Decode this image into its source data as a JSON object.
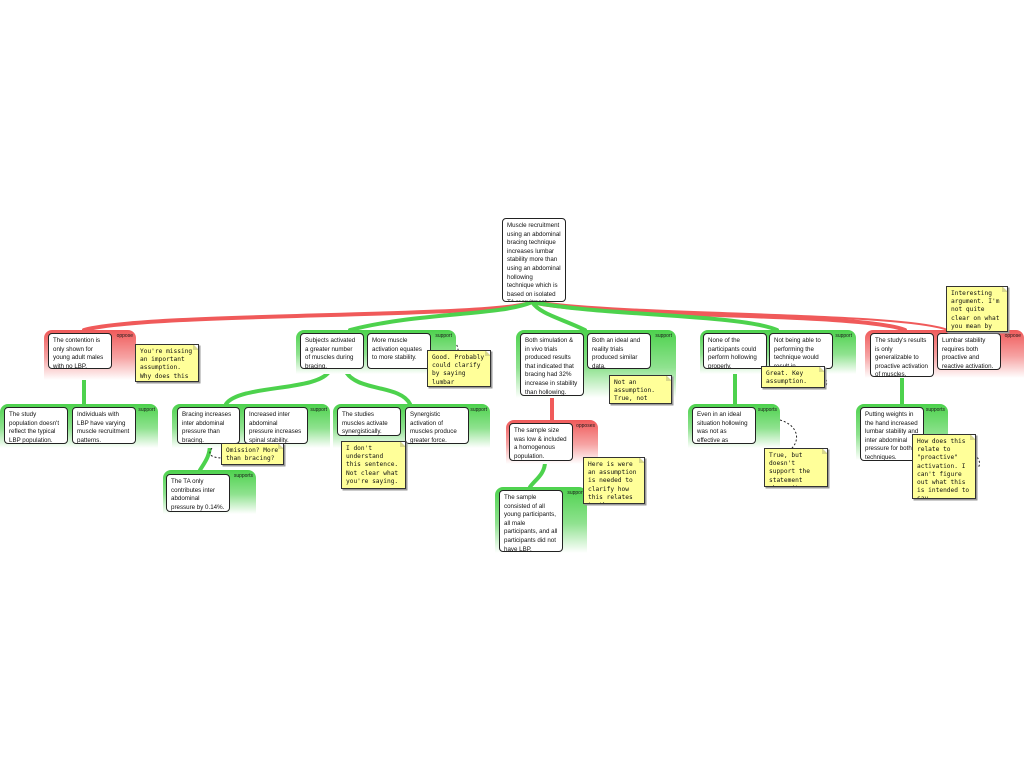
{
  "root": "Muscle recruitment using an abdominal bracing technique increases lumbar stability more than using an abdominal hollowing technique which is based on isolated TA recruitment.",
  "labels": {
    "support": "support",
    "supports": "supports",
    "oppose": "oppose",
    "opposes": "opposes"
  },
  "nodes": {
    "contention": "The contention is only shown for young adult males with no LBP.",
    "study_population": "The study population doesn't reflect the typical LBP population.",
    "individuals_lbp": "Individuals with LBP have varying muscle recruitment patterns.",
    "subjects_activated": "Subjects activated a greater number of muscles during bracing.",
    "more_muscle": "More muscle activation equates to more stability.",
    "bracing_increases": "Bracing increases inter abdominal pressure than bracing.",
    "increased_inter": "Increased inter abdominal pressure increases spinal stability.",
    "ta_only": "The TA only contributes inter abdominal pressure by 0.14%.",
    "studies_muscles": "The studies muscles activate synergistically.",
    "synergistic": "Synergistic activation of muscles produce greater force.",
    "simulation": "Both simulation & in vivo trials produced results that indicated that bracing had 32% increase in stability than hollowing.",
    "ideal_reality": "Both an ideal and reality trials produced similar data.",
    "sample_size": "The sample size was low & included a homogenous population.",
    "sample_consisted": "The sample consisted of all young participants, all male participants, and all participants did not have LBP.",
    "none_participants": "None of the participants could perform hollowing properly.",
    "not_able": "Not being able to performing the technique would result in...",
    "even_ideal": "Even in an ideal situation hollowing was not as effective as bracing.",
    "results_generalizable": "The study's results is only generalizable to proactive activation of muscles.",
    "lumbar_requires": "Lumbar stability requires both proactive and reactive activation.",
    "putting_weights": "Putting weights in the hand increased lumbar stability and inter abdominal pressure for both techniques."
  },
  "notes": {
    "interesting": "Interesting argument. I'm not quite clear on what you mean by proactive though.",
    "missing_assumption": "You're missing an important assumption. Why does this matter?",
    "good_probably": "Good. Probably could clarify by saying lumbar stability.",
    "omission": "Omission? More than bracing?",
    "dont_understand": "I don't understand this sentence. Not clear what you're saying.",
    "not_assumption": "Not an assumption. True, not really needed.",
    "here_is": "Here is were an assumption is needed to clarify how this relates to the findings.",
    "great_key": "Great. Key assumption.",
    "true_but": "True, but doesn't support the statement above it.",
    "how_does": "How does this relate to \"proactive\" activation. I can't figure out what this is intended to say."
  },
  "colors": {
    "support": "#4dd24d",
    "oppose": "#f05a5a",
    "note": "#ffff99",
    "border": "#222222"
  }
}
